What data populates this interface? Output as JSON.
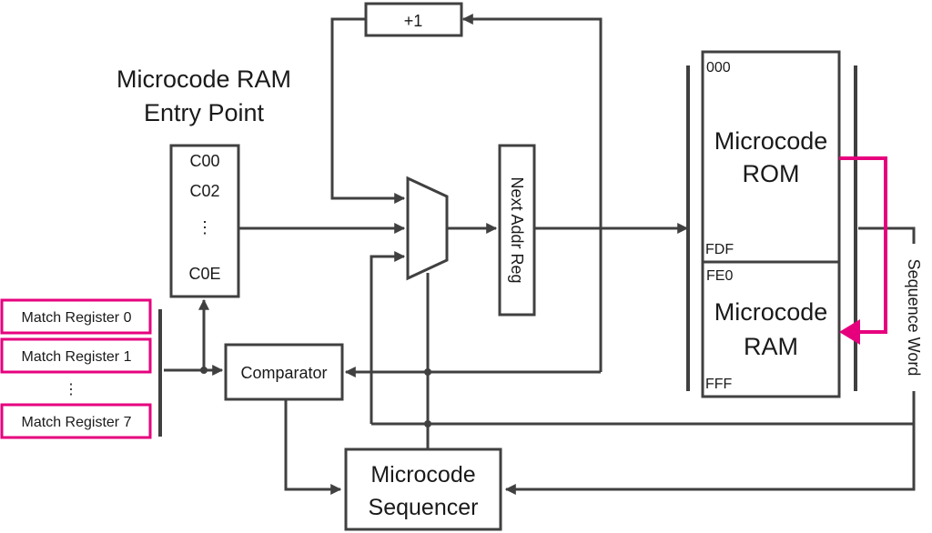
{
  "plus_one": "+1",
  "entry_point_title": [
    "Microcode RAM",
    "Entry Point"
  ],
  "entry_table": [
    "C00",
    "C02",
    "⋮",
    "C0E"
  ],
  "next_addr_reg": "Next Addr Reg",
  "comparator": "Comparator",
  "sequencer": [
    "Microcode",
    "Sequencer"
  ],
  "match_registers": [
    "Match Register 0",
    "Match Register 1",
    "⋮",
    "Match Register 7"
  ],
  "rom": {
    "addr_top": "000",
    "label": [
      "Microcode",
      "ROM"
    ],
    "addr_bottom": "FDF"
  },
  "ram": {
    "addr_top": "FE0",
    "label": [
      "Microcode",
      "RAM"
    ],
    "addr_bottom": "FFF"
  },
  "sequence_word": "Sequence Word",
  "colors": {
    "line": "#404040",
    "highlight": "#e6007e"
  }
}
